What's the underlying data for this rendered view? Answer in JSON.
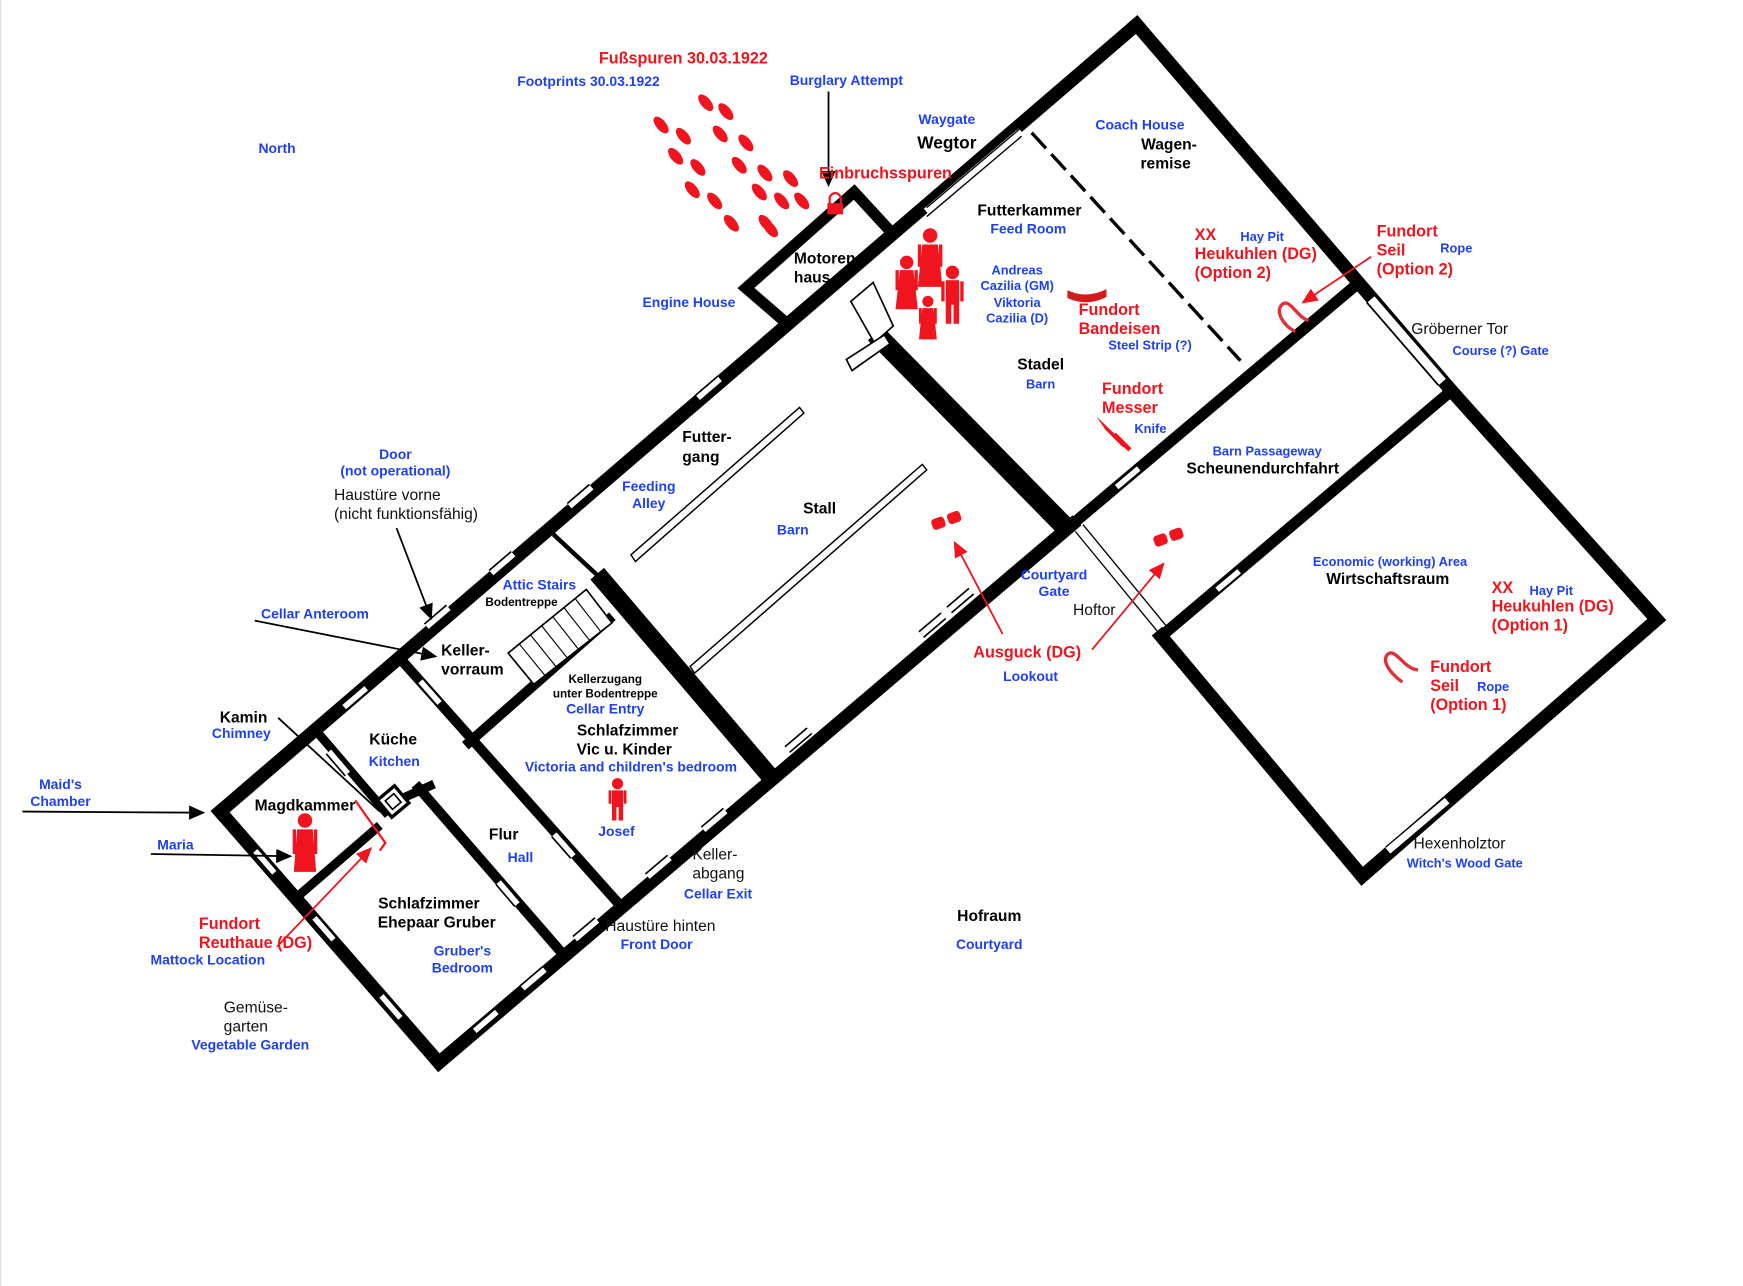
{
  "colors": {
    "annotation_red": "#f0141e",
    "translation_blue": "#1f3ff2",
    "wall": "#000000"
  },
  "footprints": {
    "de": "Fußspuren 30.03.1922",
    "en": "Footprints 30.03.1922"
  },
  "burglary": {
    "en": "Burglary Attempt",
    "de": "Einbruchsspuren"
  },
  "north": "North",
  "waygate": {
    "en": "Waygate",
    "de": "Wegtor"
  },
  "coach_house": {
    "en": "Coach House",
    "de": [
      "Wagen-",
      "remise"
    ]
  },
  "engine_house": {
    "de": [
      "Motoren-",
      "haus"
    ],
    "en": "Engine House"
  },
  "feed_room": {
    "de": "Futterkammer",
    "en": "Feed Room"
  },
  "victims": [
    "Andreas",
    "Cazilia (GM)",
    "Viktoria",
    "Cazilia (D)"
  ],
  "steel_strip": {
    "de": [
      "Fundort",
      "Bandeisen"
    ],
    "en": "Steel Strip (?)"
  },
  "hay_pit_2": {
    "mark": "XX",
    "en": "Hay Pit",
    "de": [
      "Heukuhlen (DG)",
      "(Option 2)"
    ]
  },
  "rope_2": {
    "de": [
      "Fundort",
      "Seil",
      "(Option 2)"
    ],
    "en": "Rope"
  },
  "groeberner_gate": {
    "de": "Gröberner Tor",
    "en": "Course (?) Gate"
  },
  "stadel": {
    "de": "Stadel",
    "en": "Barn"
  },
  "knife": {
    "de": [
      "Fundort",
      "Messer"
    ],
    "en": "Knife"
  },
  "barn_passage": {
    "en": "Barn Passageway",
    "de": "Scheunendurchfahrt"
  },
  "feeding_alley": {
    "de": [
      "Futter-",
      "gang"
    ],
    "en": [
      "Feeding",
      "Alley"
    ]
  },
  "stall": {
    "de": "Stall",
    "en": "Barn"
  },
  "front_door_old": {
    "en": [
      "Door",
      "(not operational)"
    ],
    "de": [
      "Haustüre vorne",
      "(nicht funktionsfähig)"
    ]
  },
  "attic_stairs": {
    "en": "Attic Stairs",
    "de": "Bodentreppe"
  },
  "cellar_anteroom": {
    "en": "Cellar Anteroom",
    "de": [
      "Keller-",
      "vorraum"
    ]
  },
  "cellar_entry": {
    "de": [
      "Kellerzugang",
      "unter Bodentreppe"
    ],
    "en": "Cellar Entry"
  },
  "courtyard_gate": {
    "en": [
      "Courtyard",
      "Gate"
    ],
    "de": "Hoftor"
  },
  "lookout": {
    "de": "Ausguck (DG)",
    "en": "Lookout"
  },
  "economic_area": {
    "en": "Economic (working) Area",
    "de": "Wirtschaftsraum"
  },
  "hay_pit_1": {
    "mark": "XX",
    "en": "Hay Pit",
    "de": [
      "Heukuhlen (DG)",
      "(Option 1)"
    ]
  },
  "rope_1": {
    "de": [
      "Fundort",
      "Seil",
      "(Option 1)"
    ],
    "en": "Rope"
  },
  "witch_gate": {
    "de": "Hexenholztor",
    "en": "Witch's Wood Gate"
  },
  "chimney": {
    "de": "Kamin",
    "en": "Chimney"
  },
  "kitchen": {
    "de": "Küche",
    "en": "Kitchen"
  },
  "vic_bedroom": {
    "de": [
      "Schlafzimmer",
      "Vic u. Kinder"
    ],
    "en": "Victoria and children's bedroom"
  },
  "josef": "Josef",
  "maid_chamber": {
    "en": [
      "Maid's",
      "Chamber"
    ],
    "de": "Magdkammer"
  },
  "maria": "Maria",
  "hall": {
    "de": "Flur",
    "en": "Hall"
  },
  "mattock": {
    "de": [
      "Fundort",
      "Reuthaue (DG)"
    ],
    "en": "Mattock Location"
  },
  "gruber_bedroom": {
    "de": [
      "Schlafzimmer",
      "Ehepaar Gruber"
    ],
    "en": [
      "Gruber's",
      "Bedroom"
    ]
  },
  "cellar_exit": {
    "de": [
      "Keller-",
      "abgang"
    ],
    "en": "Cellar Exit"
  },
  "back_door": {
    "de": "Haustüre hinten",
    "en": "Front Door"
  },
  "garden": {
    "de": [
      "Gemüse-",
      "garten"
    ],
    "en": "Vegetable Garden"
  },
  "courtyard": {
    "de": "Hofraum",
    "en": "Courtyard"
  }
}
